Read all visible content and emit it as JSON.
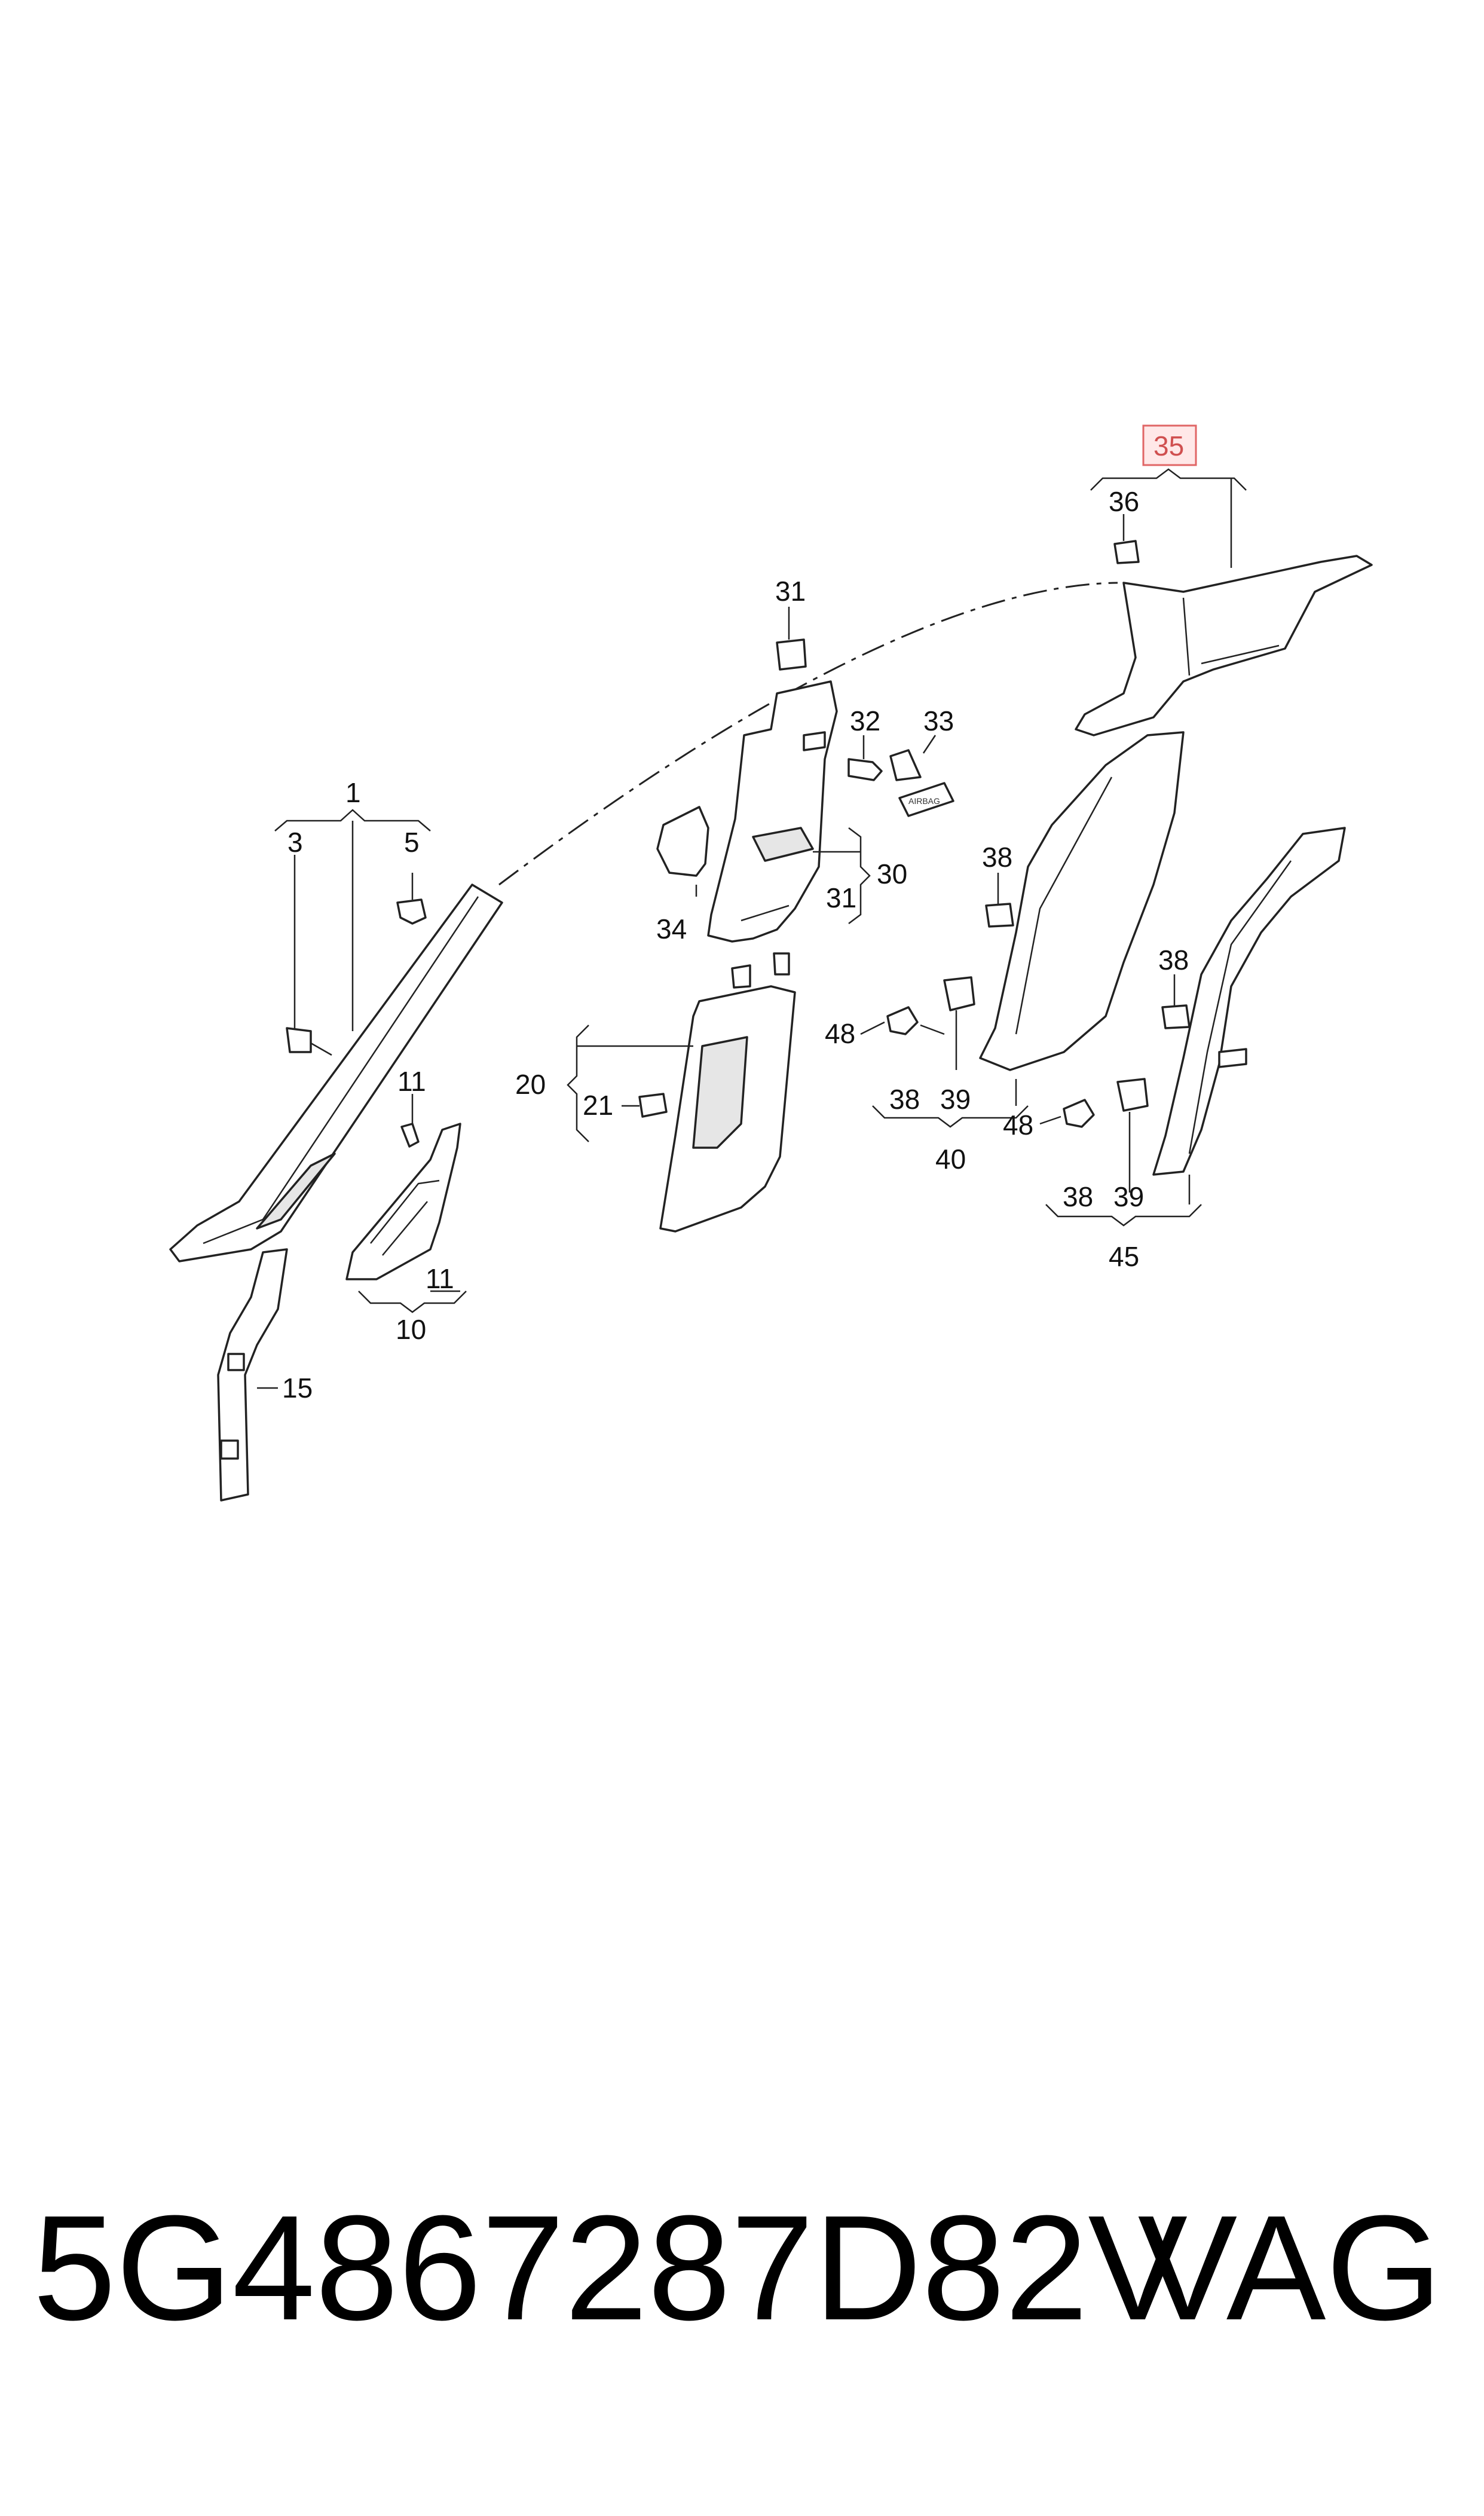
{
  "diagram": {
    "callouts": {
      "c1": "1",
      "c3": "3",
      "c5": "5",
      "c10": "10",
      "c11a": "11",
      "c11b": "11",
      "c15": "15",
      "c20": "20",
      "c21": "21",
      "c30": "30",
      "c31a": "31",
      "c31b": "31",
      "c32": "32",
      "c33": "33",
      "c34": "34",
      "c35": "35",
      "c36": "36",
      "c38a": "38",
      "c38b": "38",
      "c38c": "38",
      "c38d": "38",
      "c39a": "39",
      "c39b": "39",
      "c40": "40",
      "c45": "45",
      "c48a": "48",
      "c48b": "48"
    },
    "airbag_label": "AIRBAG",
    "highlight_color": "#e06666"
  },
  "footer": {
    "part_number": "5G4867287D82V",
    "brand": "VAG"
  }
}
